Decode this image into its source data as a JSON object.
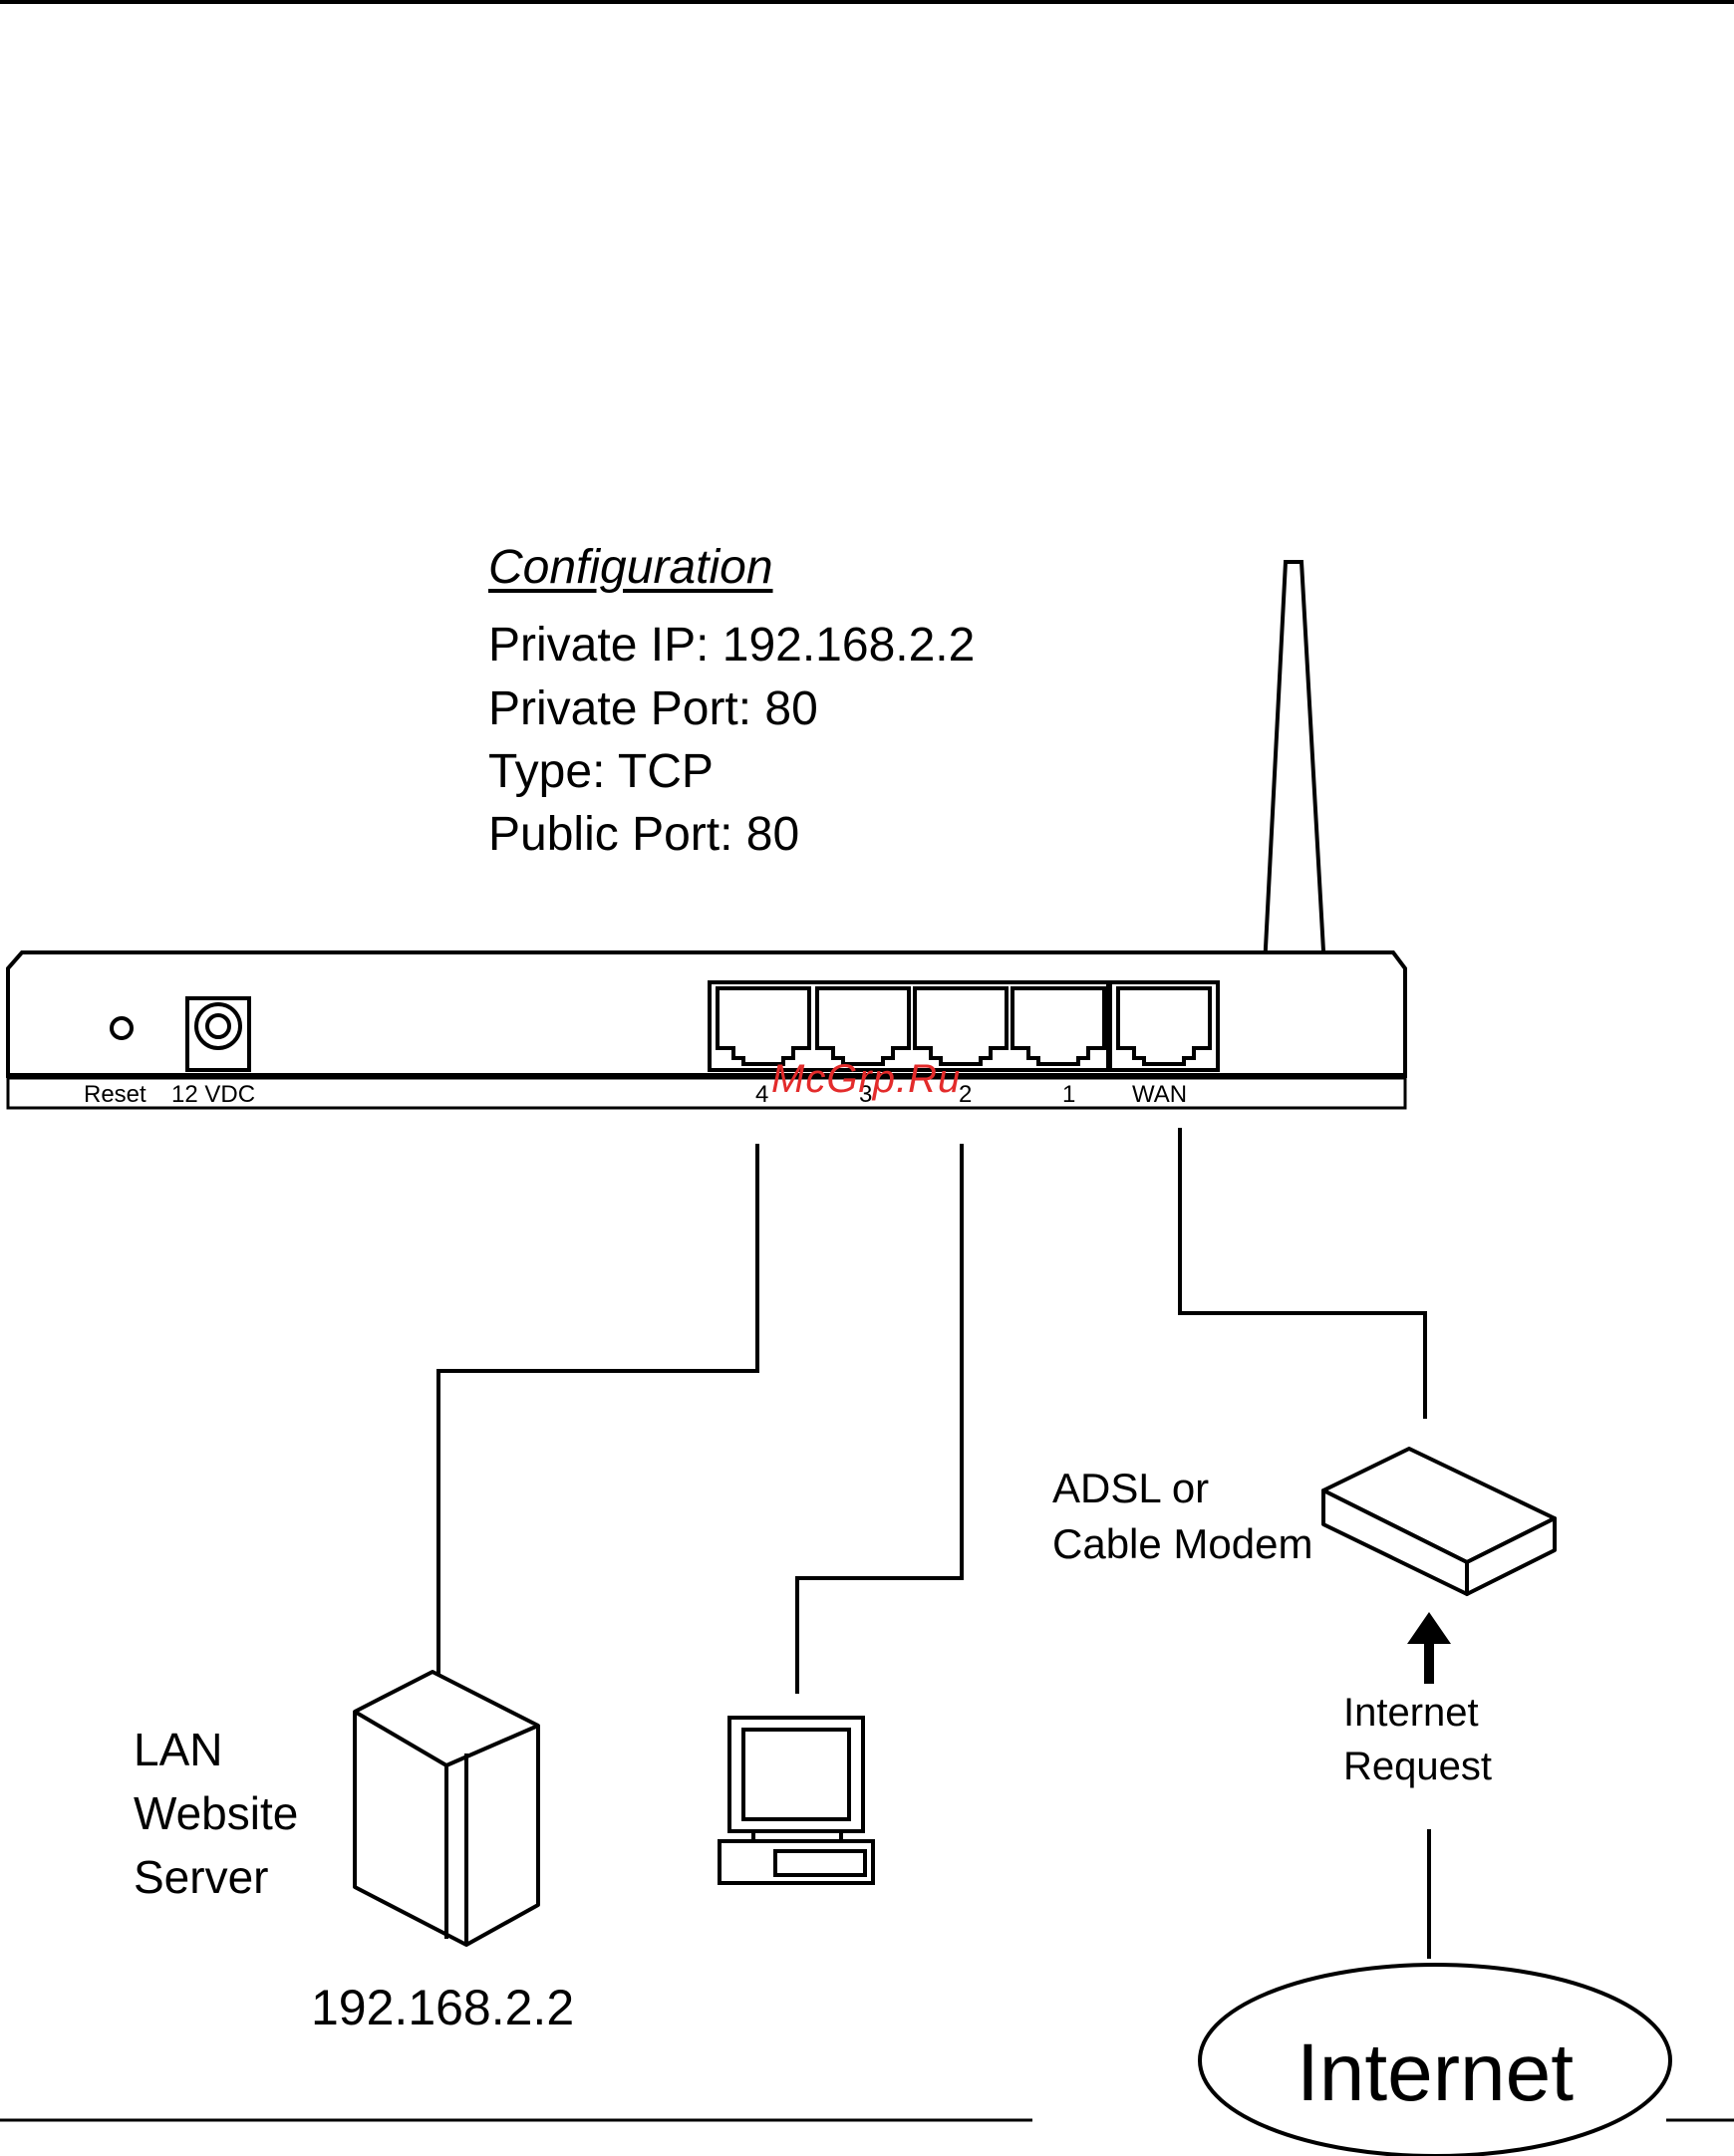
{
  "configuration": {
    "title": "Configuration",
    "lines": [
      "Private IP: 192.168.2.2",
      "Private Port: 80",
      "Type: TCP",
      "Public Port: 80"
    ]
  },
  "router": {
    "reset_label": "Reset",
    "power_label": "12 VDC",
    "port_labels": [
      "4",
      "3",
      "2",
      "1"
    ],
    "wan_label": "WAN"
  },
  "server": {
    "label_lines": [
      "LAN",
      "Website",
      "Server"
    ],
    "ip": "192.168.2.2"
  },
  "modem": {
    "label_lines": [
      "ADSL or",
      "Cable Modem"
    ]
  },
  "request": {
    "label_lines": [
      "Internet",
      "Request"
    ]
  },
  "internet": {
    "label": "Internet"
  },
  "watermark": "McGrp.Ru"
}
